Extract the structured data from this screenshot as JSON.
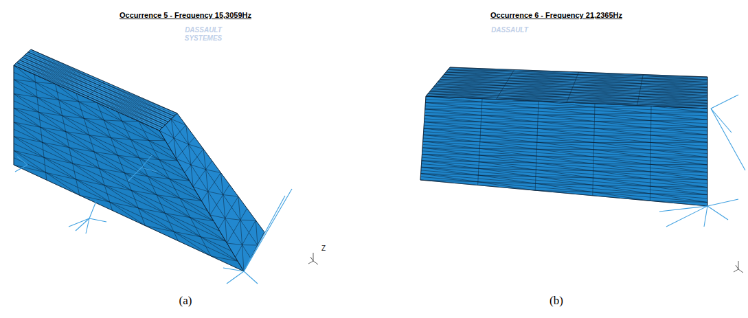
{
  "diagram": {
    "labels": [
      "Occurrence 5 - Frequency 15,3059Hz",
      "(a)",
      "Occurrence 6 - Frequency 21,2365Hz",
      "(b)",
      "DASSAULT",
      "SYSTEMES",
      "DASSAULT",
      "Z"
    ]
  }
}
